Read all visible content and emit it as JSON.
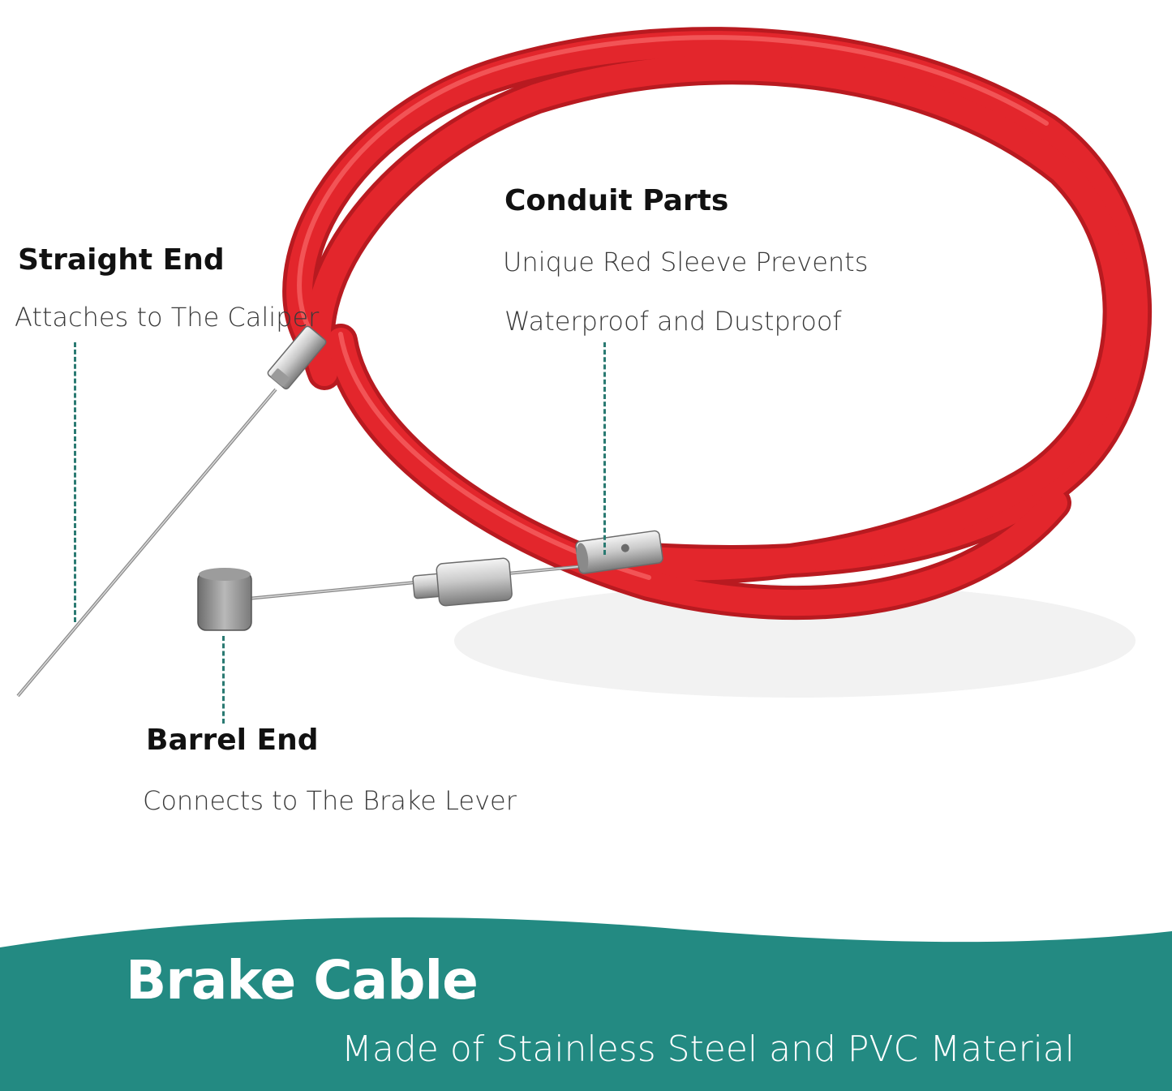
{
  "labels": {
    "straight_end": {
      "title": "Straight End",
      "desc": "Attaches to The Caliper"
    },
    "conduit_parts": {
      "title": "Conduit Parts",
      "desc_line1": "Unique Red Sleeve Prevents",
      "desc_line2": "Waterproof and Dustproof"
    },
    "barrel_end": {
      "title": "Barrel End",
      "desc": "Connects to The Brake Lever"
    }
  },
  "banner": {
    "title": "Brake Cable",
    "subtitle": "Made of Stainless Steel and PVC Material"
  },
  "colors": {
    "cable_red": "#e3262c",
    "banner_teal": "#238a82",
    "leader_line": "#2a7a72",
    "metal": "#b9b9b9"
  }
}
